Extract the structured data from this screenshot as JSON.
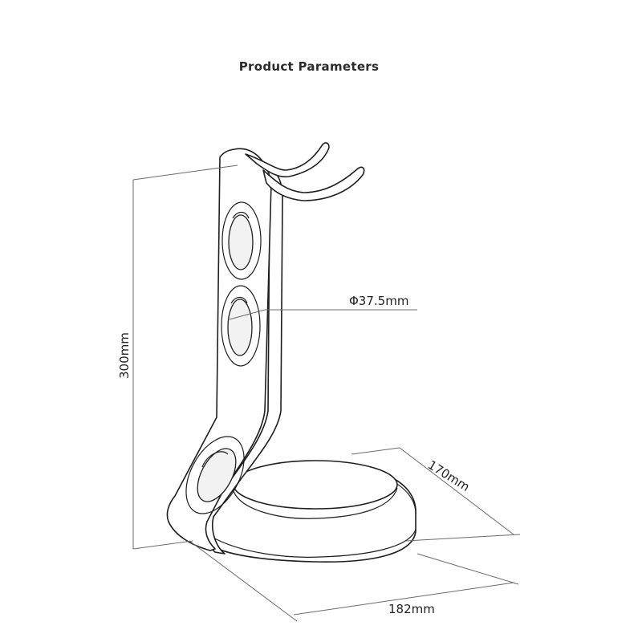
{
  "title": "Product Parameters",
  "dimensions": {
    "height": "300mm",
    "hole_diameter": "Φ37.5mm",
    "depth": "170mm",
    "width": "182mm"
  }
}
